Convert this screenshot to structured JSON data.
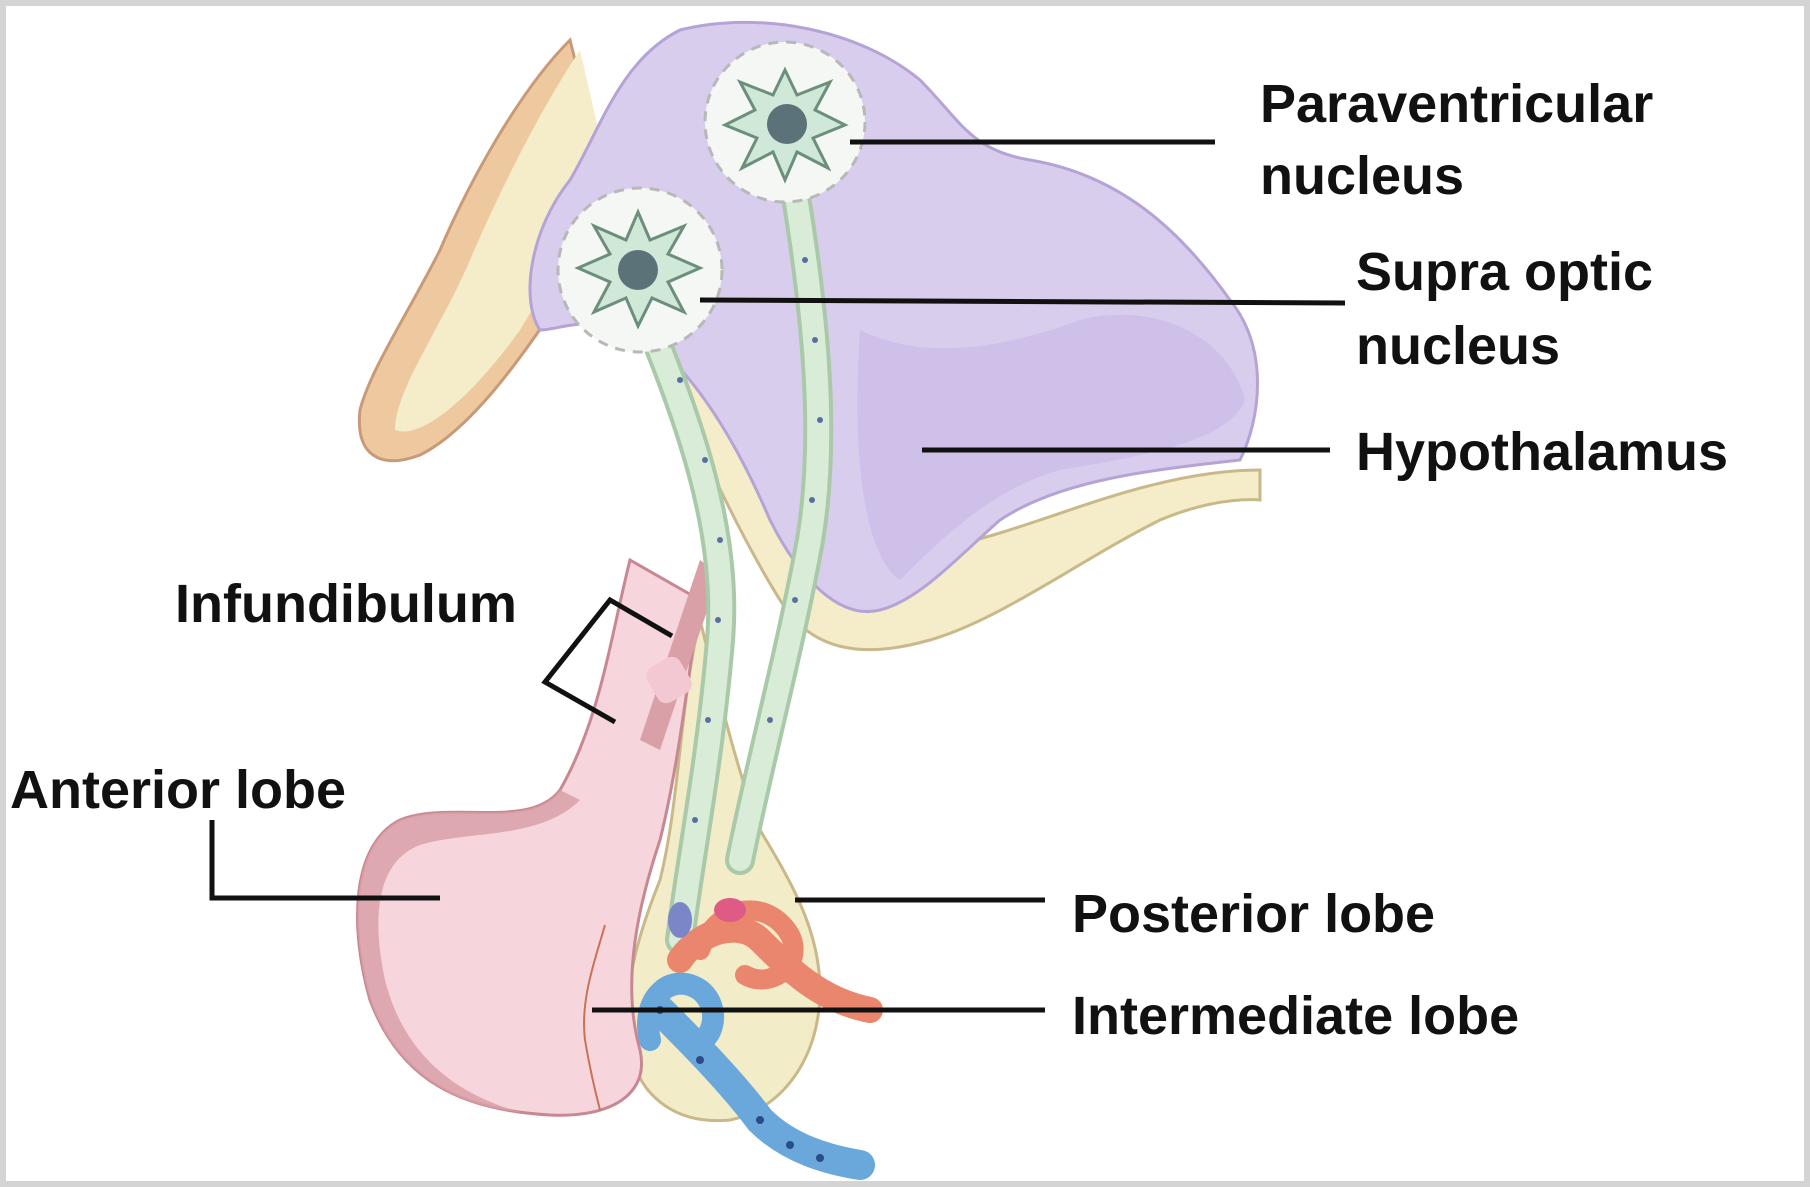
{
  "labels": {
    "paraventricular_line1": "Paraventricular",
    "paraventricular_line2": "nucleus",
    "supraoptic_line1": "Supra optic",
    "supraoptic_line2": "nucleus",
    "hypothalamus": "Hypothalamus",
    "infundibulum": "Infundibulum",
    "anterior_lobe": "Anterior lobe",
    "posterior_lobe": "Posterior lobe",
    "intermediate_lobe": "Intermediate lobe"
  },
  "colors": {
    "hypothalamus": "#d9cdee",
    "hypothalamus_shade": "#c6b6e6",
    "tissue_cream": "#f5ecc9",
    "tissue_orange": "#eec9a0",
    "anterior_lobe": "#f6d6dc",
    "anterior_rim": "#d9a0a8",
    "posterior_lobe": "#f3ecc8",
    "axon_tract": "#d8ecd8",
    "neuron_body": "#cfe8d8",
    "nucleus": "#5b7378",
    "artery": "#e9866d",
    "vein": "#6aa8dc",
    "leader_line": "#111111"
  }
}
